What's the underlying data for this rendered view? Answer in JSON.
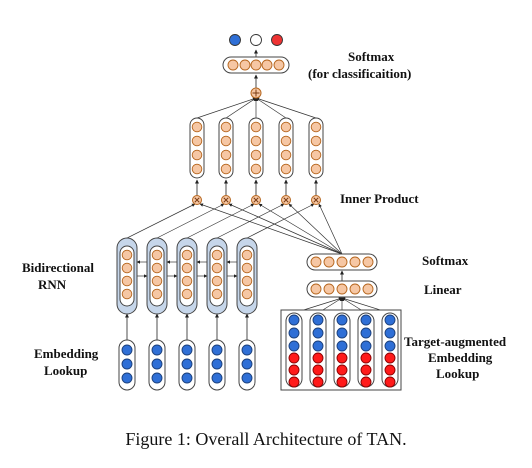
{
  "labels": {
    "softmax_top_line1": "Softmax",
    "softmax_top_line2": "(for classificaition)",
    "inner_product": "Inner Product",
    "birnn_line1": "Bidirectional",
    "birnn_line2": "RNN",
    "softmax_right": "Softmax",
    "linear": "Linear",
    "embedding_line1": "Embedding",
    "embedding_line2": "Lookup",
    "target_line1": "Target-augmented",
    "target_line2": "Embedding",
    "target_line3": "Lookup"
  },
  "caption": "Figure 1: Overall Architecture of TAN.",
  "colors": {
    "peach": "#f6c7a4",
    "peach_stroke": "#b5651d",
    "blue_node": "#2f6fd6",
    "red_node": "#ff1a1a",
    "rnn_box": "#c6d6ea",
    "box_stroke": "#444444",
    "output_blue": "#2f6fd6",
    "output_white": "#ffffff",
    "output_red": "#ee3333"
  },
  "icons": {
    "sum": "circle-plus-icon",
    "product": "circle-times-icon"
  }
}
